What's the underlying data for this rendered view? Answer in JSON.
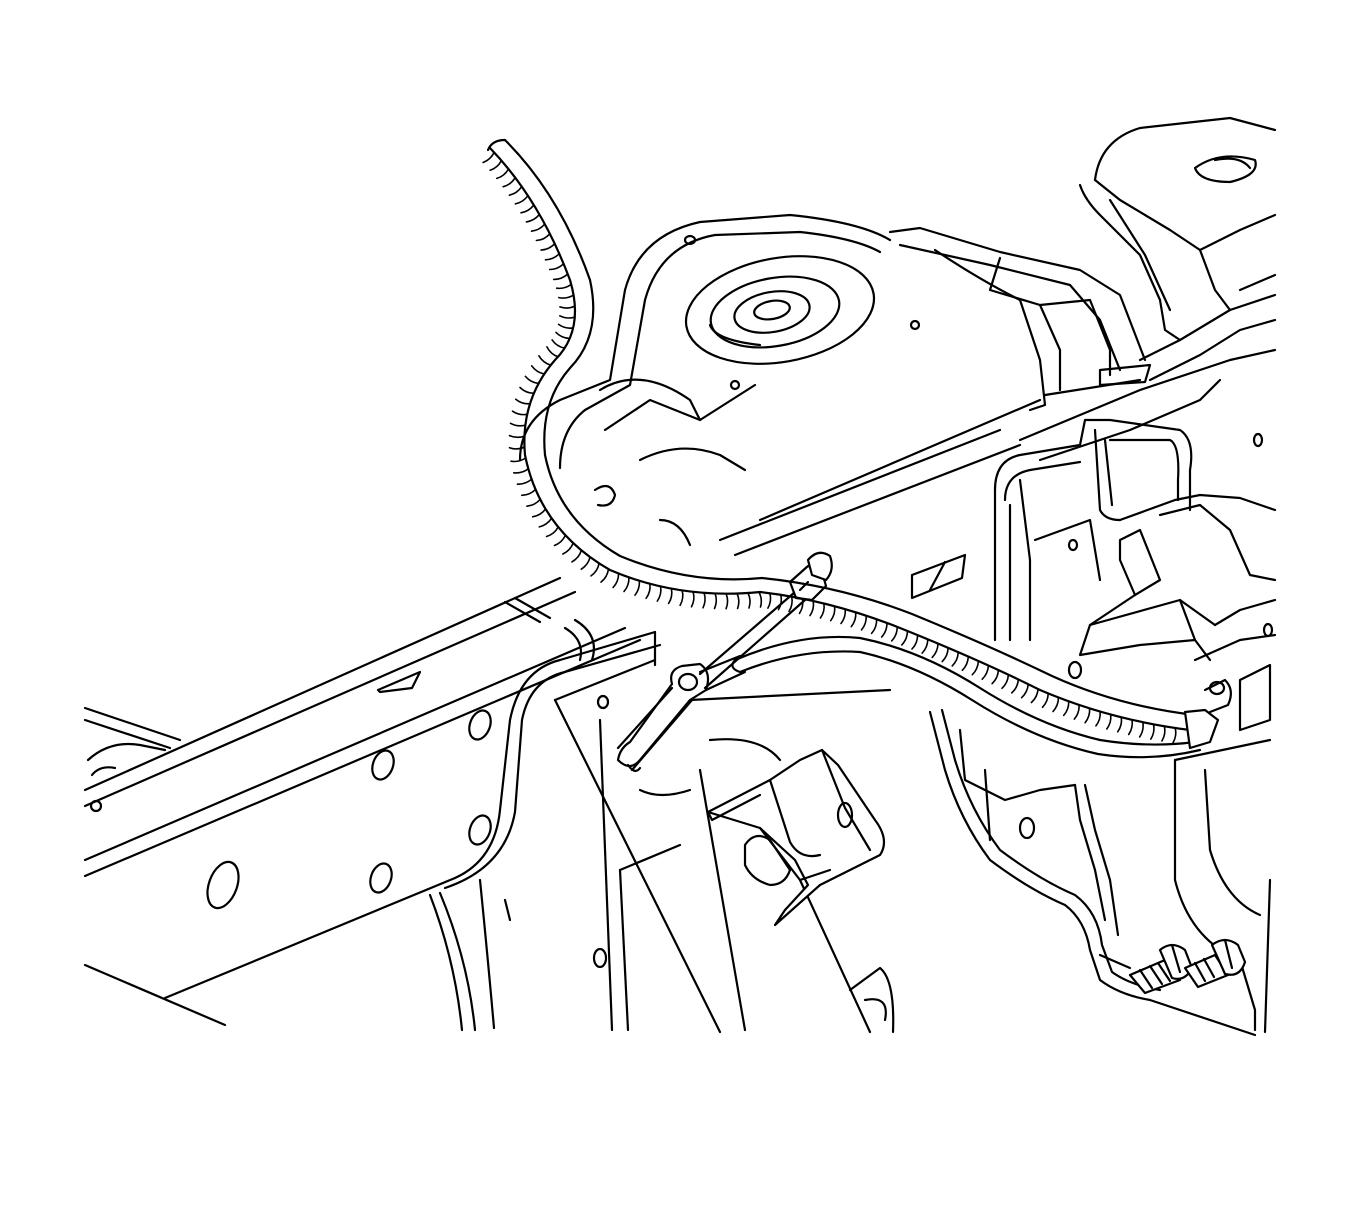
{
  "diagram": {
    "kind": "exploded line-art illustration",
    "labels": [],
    "colors": {
      "background": "#ffffff",
      "line": "#000000"
    },
    "parts": [
      "frame-rail",
      "crossmember",
      "strut-tower",
      "wiring-harness-conduit",
      "harness-bracket",
      "bracket-bolt",
      "mount-bracket",
      "ground-bolts"
    ]
  }
}
